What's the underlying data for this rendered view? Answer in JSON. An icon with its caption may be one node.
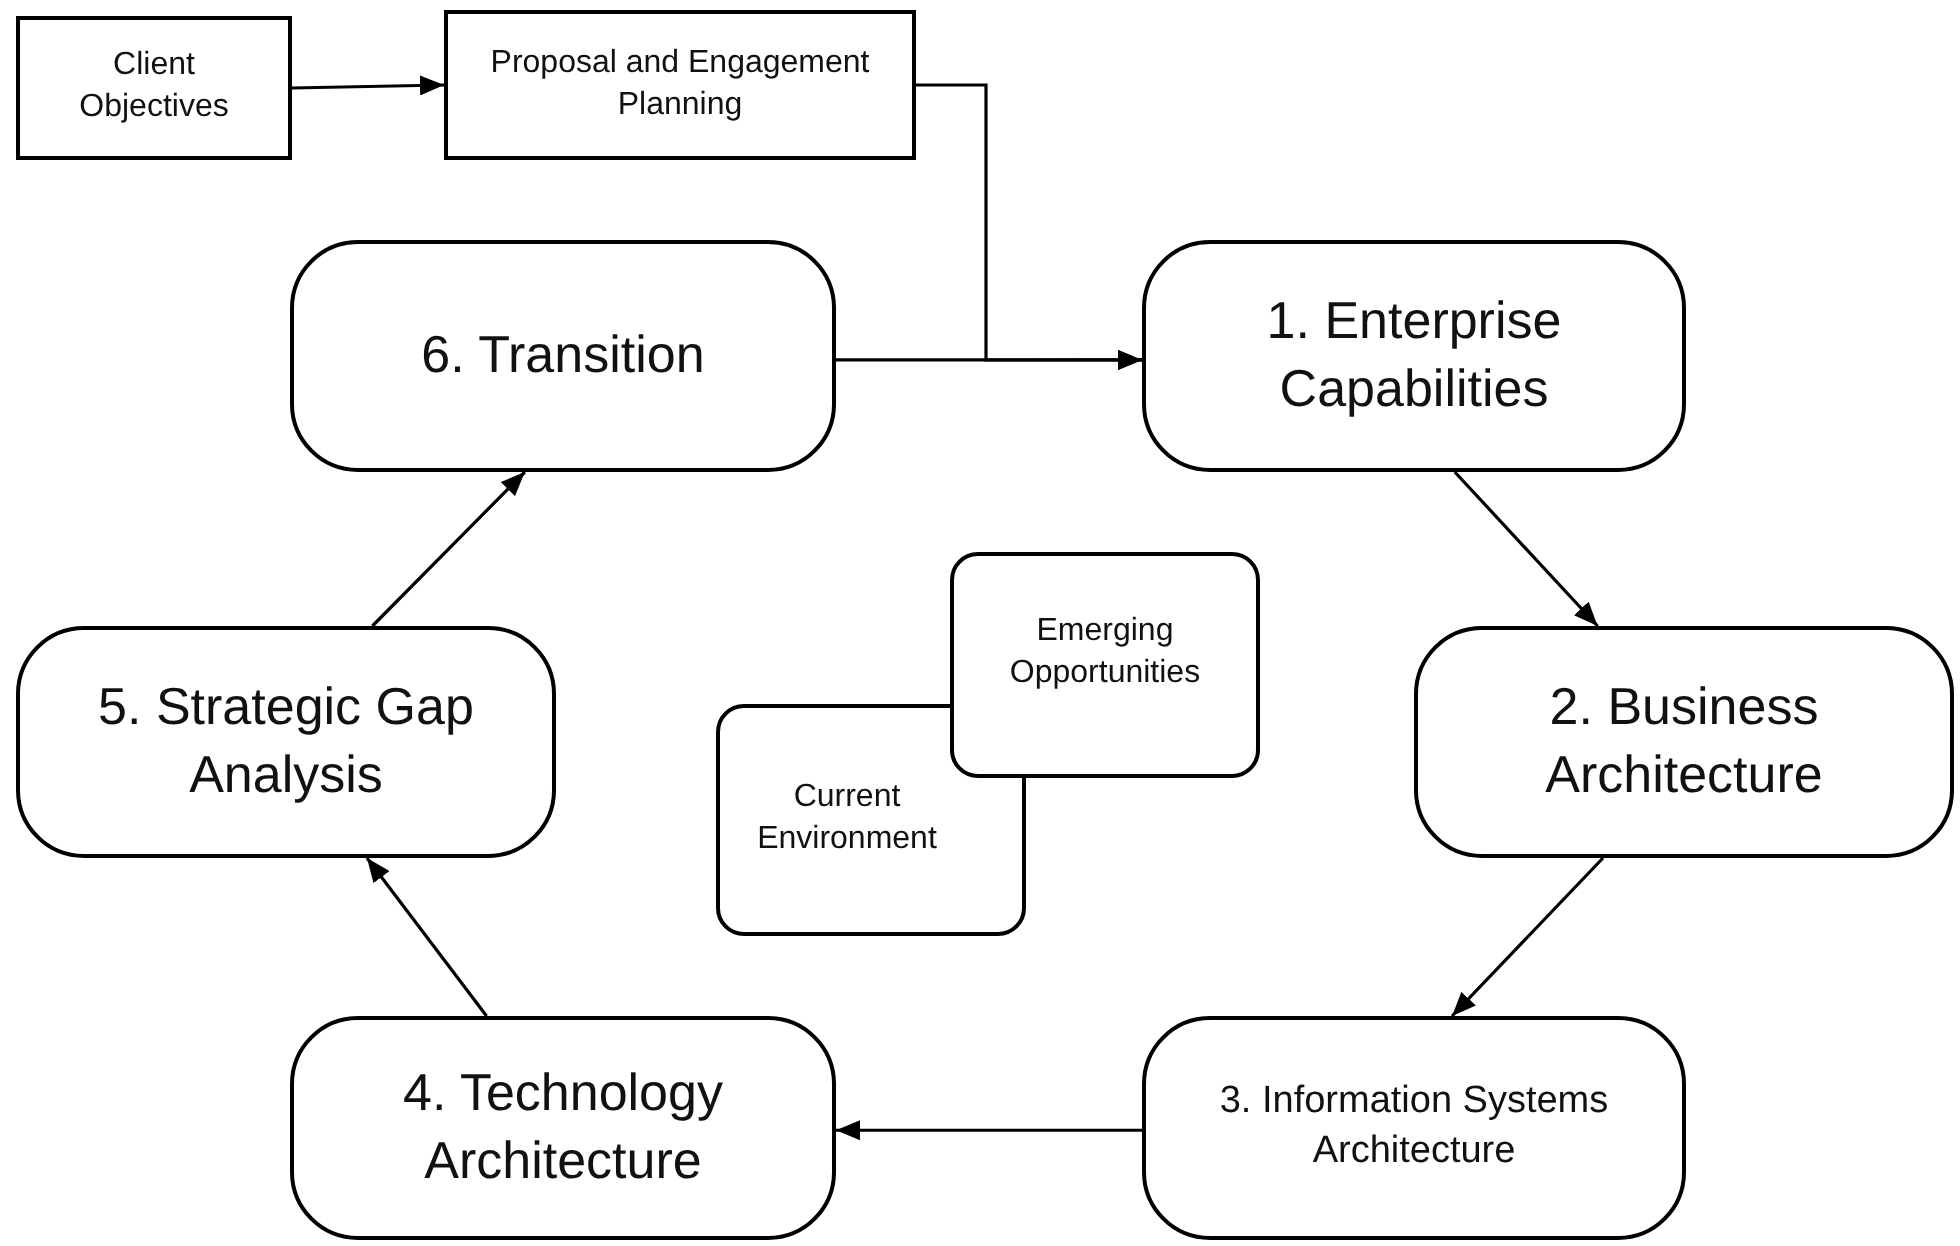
{
  "diagram": {
    "nodes": [
      {
        "text": [
          "Client Objectives"
        ]
      },
      {
        "text": [
          "Proposal and Engagement Planning"
        ]
      },
      {
        "text": [
          "6. Transition"
        ]
      },
      {
        "text": [
          "1. Enterprise Capabilities"
        ]
      },
      {
        "text": [
          "2. Business Architecture"
        ]
      },
      {
        "text": [
          "3. Information Systems Architecture"
        ]
      },
      {
        "text": [
          "4. Technology Architecture"
        ]
      },
      {
        "text": [
          "5. Strategic Gap Analysis"
        ]
      },
      {
        "text": [
          "Emerging Opportunities"
        ]
      },
      {
        "text": [
          "Current Environment"
        ]
      }
    ],
    "edges": [
      {
        "from": 0,
        "to": 1,
        "arrow": "to"
      },
      {
        "from": 1,
        "to": 3,
        "arrow": "to"
      },
      {
        "from": 2,
        "to": 3,
        "arrow": "to"
      },
      {
        "from": 3,
        "to": 4,
        "arrow": "to"
      },
      {
        "from": 4,
        "to": 5,
        "arrow": "to"
      },
      {
        "from": 5,
        "to": 6,
        "arrow": "to"
      },
      {
        "from": 6,
        "to": 7,
        "arrow": "to"
      },
      {
        "from": 7,
        "to": 2,
        "arrow": "to"
      }
    ]
  }
}
